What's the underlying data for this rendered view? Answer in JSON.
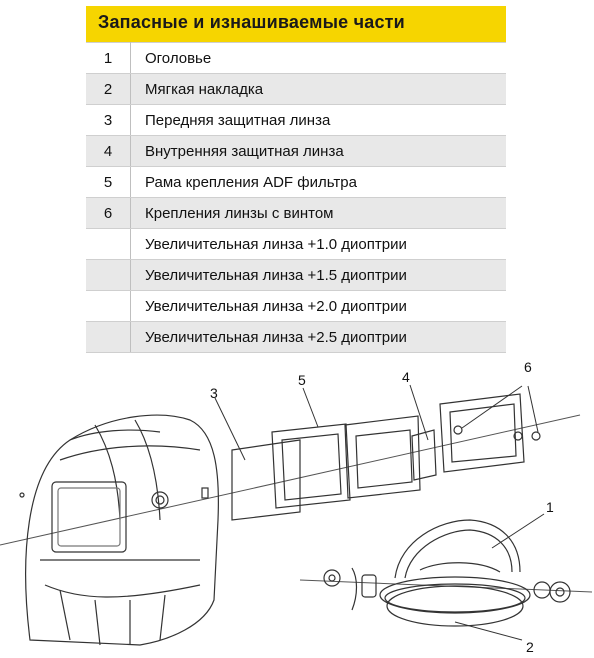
{
  "header": {
    "title": "Запасные и изнашиваемые части",
    "color": "#f6d500"
  },
  "parts": [
    {
      "num": "1",
      "name": "Оголовье"
    },
    {
      "num": "2",
      "name": "Мягкая накладка"
    },
    {
      "num": "3",
      "name": "Передняя защитная линза"
    },
    {
      "num": "4",
      "name": "Внутренняя защитная линза"
    },
    {
      "num": "5",
      "name": "Рама крепления ADF фильтра"
    },
    {
      "num": "6",
      "name": "Крепления линзы с винтом"
    },
    {
      "num": "",
      "name": "Увеличительная линза +1.0 диоптрии"
    },
    {
      "num": "",
      "name": "Увеличительная линза +1.5 диоптрии"
    },
    {
      "num": "",
      "name": "Увеличительная линза +2.0 диоптрии"
    },
    {
      "num": "",
      "name": "Увеличительная линза +2.5 диоптрии"
    }
  ],
  "diagram": {
    "callouts": [
      "1",
      "2",
      "3",
      "4",
      "5",
      "6"
    ]
  }
}
